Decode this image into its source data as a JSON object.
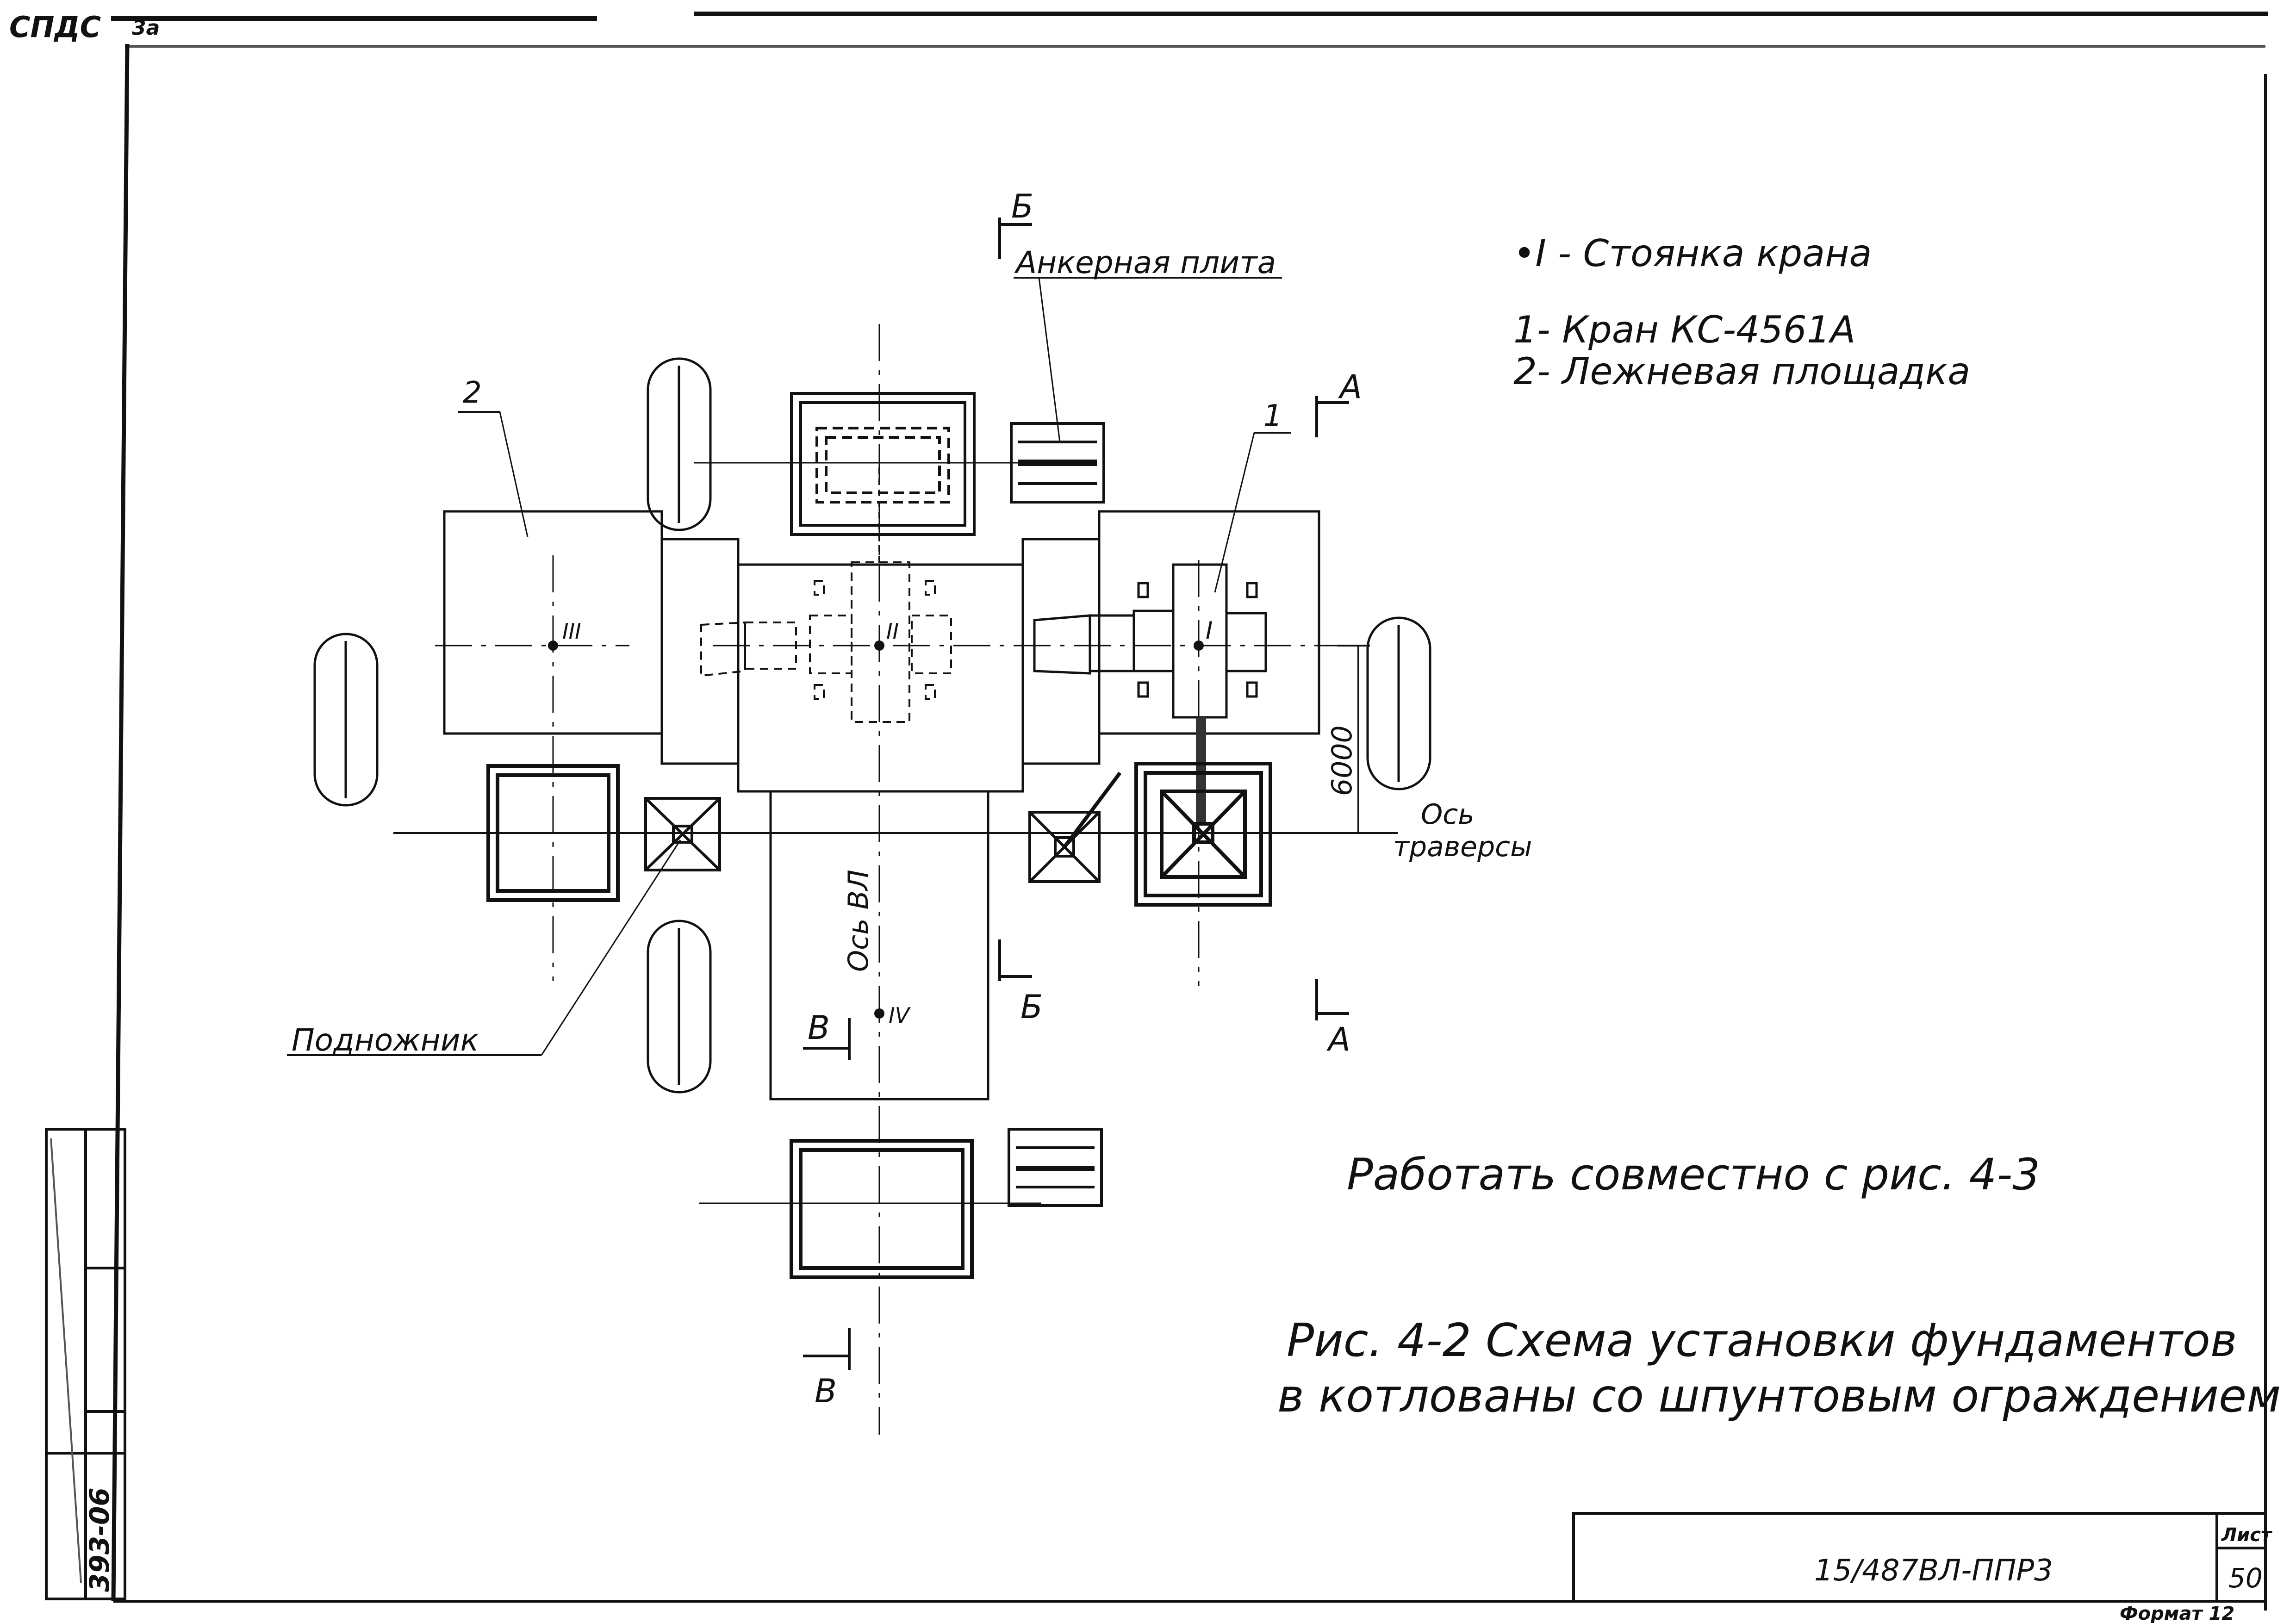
{
  "sheet": {
    "top_left_stamp": "СПДС",
    "top_left_mark": "3а",
    "format_label": "Формат 12",
    "inventory_number": "393-06",
    "sheet_label": "Лист",
    "sheet_number": "50",
    "document_code": "15/487ВЛ-ППР3"
  },
  "legend": {
    "item_I": "•I - Стоянка крана",
    "item_1": "1- Кран КС-4561А",
    "item_2": "2- Лежневая площадка"
  },
  "labels": {
    "anchor_plate": "Анкерная плита",
    "footing": "Подножник",
    "axis_vl": "Ось ВЛ",
    "axis_traverse_1": "Ось",
    "axis_traverse_2": "траверсы",
    "dimension_6000": "6000",
    "callout_1": "1",
    "callout_2": "2",
    "crane_position_I": "I",
    "crane_position_II": "II",
    "crane_position_III": "III",
    "crane_position_IV": "IV",
    "section_A": "А",
    "section_B": "Б",
    "section_V": "В"
  },
  "notes": {
    "work_together": "Работать совместно с рис. 4-3",
    "caption_line1": "Рис. 4-2  Схема установки фундаментов",
    "caption_line2": "в котлованы со шпунтовым ограждением"
  }
}
